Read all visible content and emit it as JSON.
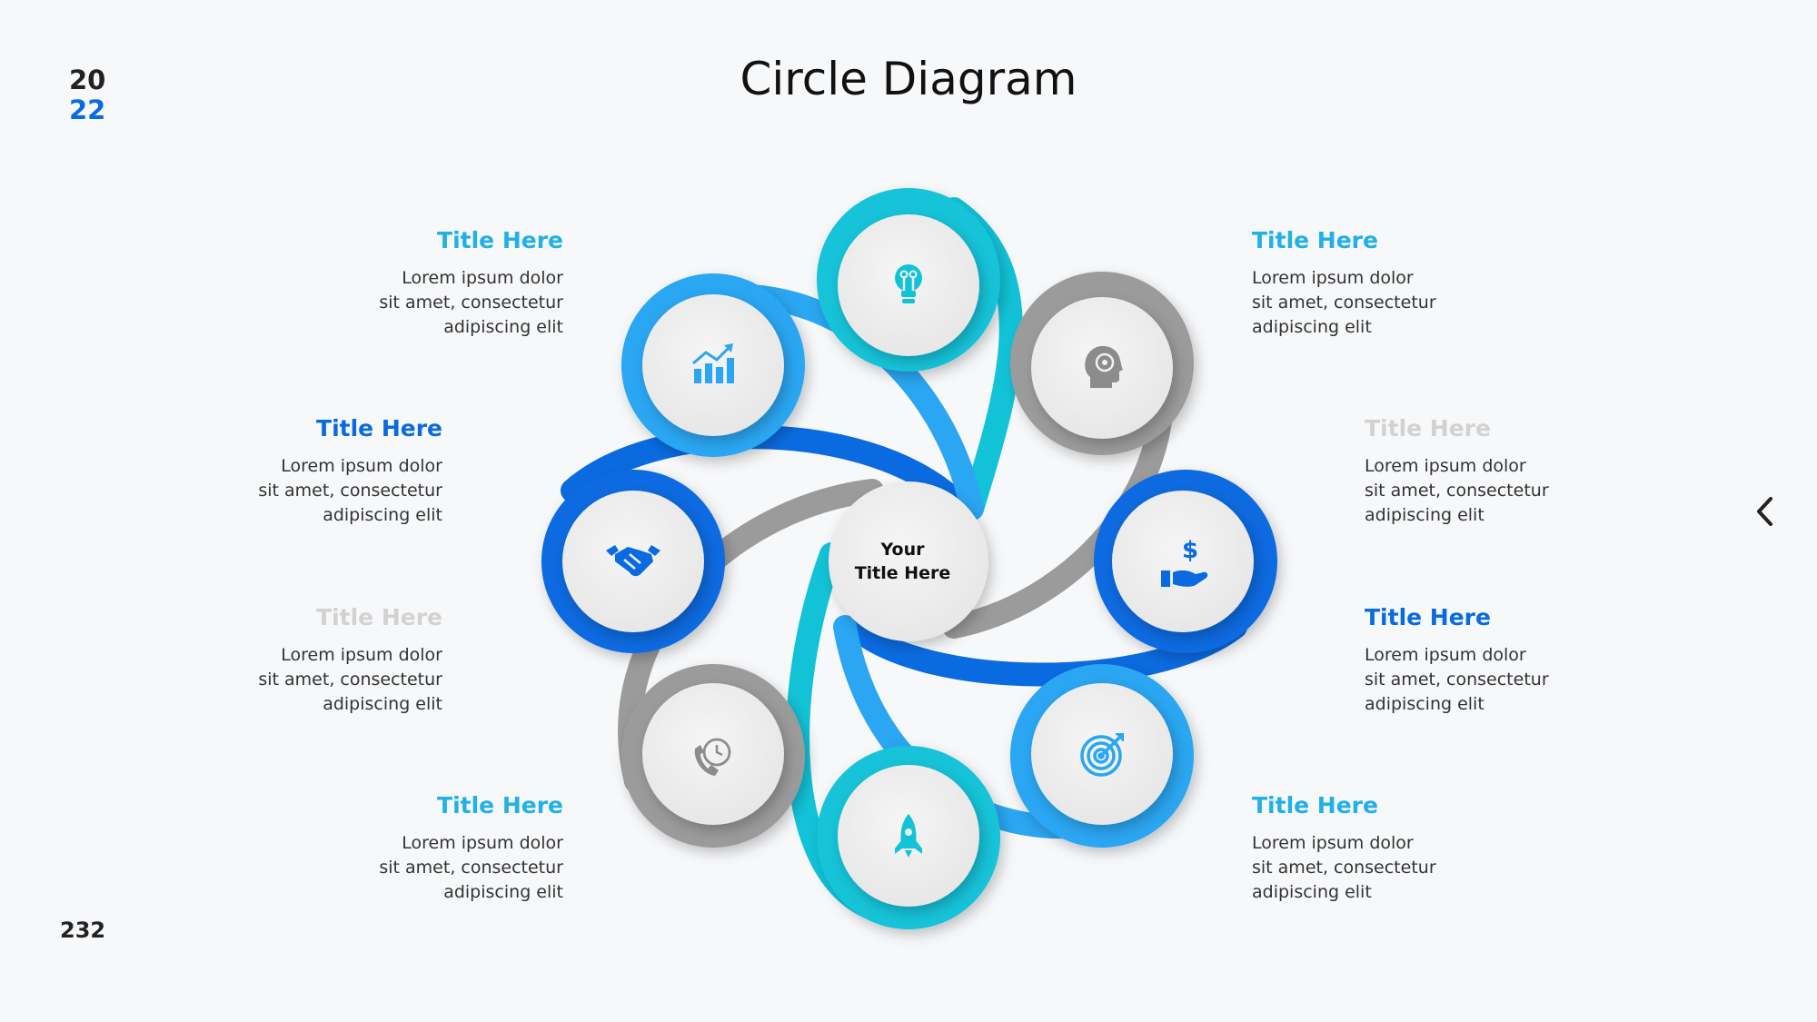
{
  "header": {
    "year_top": "20",
    "year_bottom": "22",
    "title": "Circle Diagram",
    "page_number": "232"
  },
  "center": {
    "line1": "Your",
    "line2": "Title Here"
  },
  "colors": {
    "cyan": "#12c3d8",
    "sky": "#2aa6f2",
    "blue": "#0a6be0",
    "gray": "#9b9b9b",
    "light_gray_text": "#d2d2d2"
  },
  "items": [
    {
      "id": "top-left",
      "title": "Title Here",
      "text": [
        "Lorem ipsum dolor",
        "sit amet, consectetur",
        "adipiscing elit"
      ],
      "color": "#22b0e8"
    },
    {
      "id": "mid-upper-left",
      "title": "Title Here",
      "text": [
        "Lorem ipsum dolor",
        "sit amet, consectetur",
        "adipiscing elit"
      ],
      "color": "#0a6be0"
    },
    {
      "id": "mid-lower-left",
      "title": "Title Here",
      "text": [
        "Lorem ipsum dolor",
        "sit amet, consectetur",
        "adipiscing elit"
      ],
      "color": "#d2d2d2"
    },
    {
      "id": "bottom-left",
      "title": "Title Here",
      "text": [
        "Lorem ipsum dolor",
        "sit amet, consectetur",
        "adipiscing elit"
      ],
      "color": "#22b0e8"
    },
    {
      "id": "top-right",
      "title": "Title Here",
      "text": [
        "Lorem ipsum dolor",
        "sit amet, consectetur",
        "adipiscing elit"
      ],
      "color": "#22b0e8"
    },
    {
      "id": "mid-upper-right",
      "title": "Title Here",
      "text": [
        "Lorem ipsum dolor",
        "sit amet, consectetur",
        "adipiscing elit"
      ],
      "color": "#d2d2d2"
    },
    {
      "id": "mid-lower-right",
      "title": "Title Here",
      "text": [
        "Lorem ipsum dolor",
        "sit amet, consectetur",
        "adipiscing elit"
      ],
      "color": "#0a6be0"
    },
    {
      "id": "bottom-right",
      "title": "Title Here",
      "text": [
        "Lorem ipsum dolor",
        "sit amet, consectetur",
        "adipiscing elit"
      ],
      "color": "#22b0e8"
    }
  ],
  "nodes": [
    {
      "icon": "lightbulb-icon"
    },
    {
      "icon": "head-gear-icon"
    },
    {
      "icon": "hand-dollar-icon"
    },
    {
      "icon": "target-icon"
    },
    {
      "icon": "rocket-icon"
    },
    {
      "icon": "phone-clock-icon"
    },
    {
      "icon": "handshake-icon"
    },
    {
      "icon": "growth-chart-icon"
    }
  ]
}
